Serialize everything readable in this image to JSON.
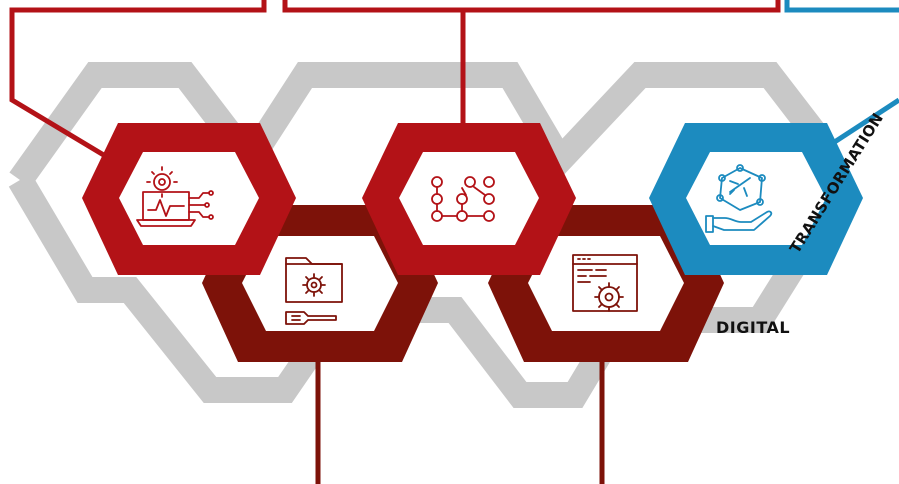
{
  "labels": {
    "digital": "DIGITAL",
    "transformation": "TRANSFORMATION"
  },
  "colors": {
    "red": "#b31217",
    "dark_red": "#7d1209",
    "blue": "#1c8bbf",
    "gray": "#c8c8c8"
  },
  "hexagons": [
    {
      "name": "hex-monitoring",
      "color": "red",
      "icon": "laptop-gear-circuit-icon"
    },
    {
      "name": "hex-software",
      "color": "dark_red",
      "icon": "folder-gear-tools-icon"
    },
    {
      "name": "hex-network",
      "color": "red",
      "icon": "node-network-icon"
    },
    {
      "name": "hex-development",
      "color": "dark_red",
      "icon": "browser-code-gear-icon"
    },
    {
      "name": "hex-digital-travel",
      "color": "blue",
      "icon": "hand-airplane-network-icon"
    }
  ]
}
